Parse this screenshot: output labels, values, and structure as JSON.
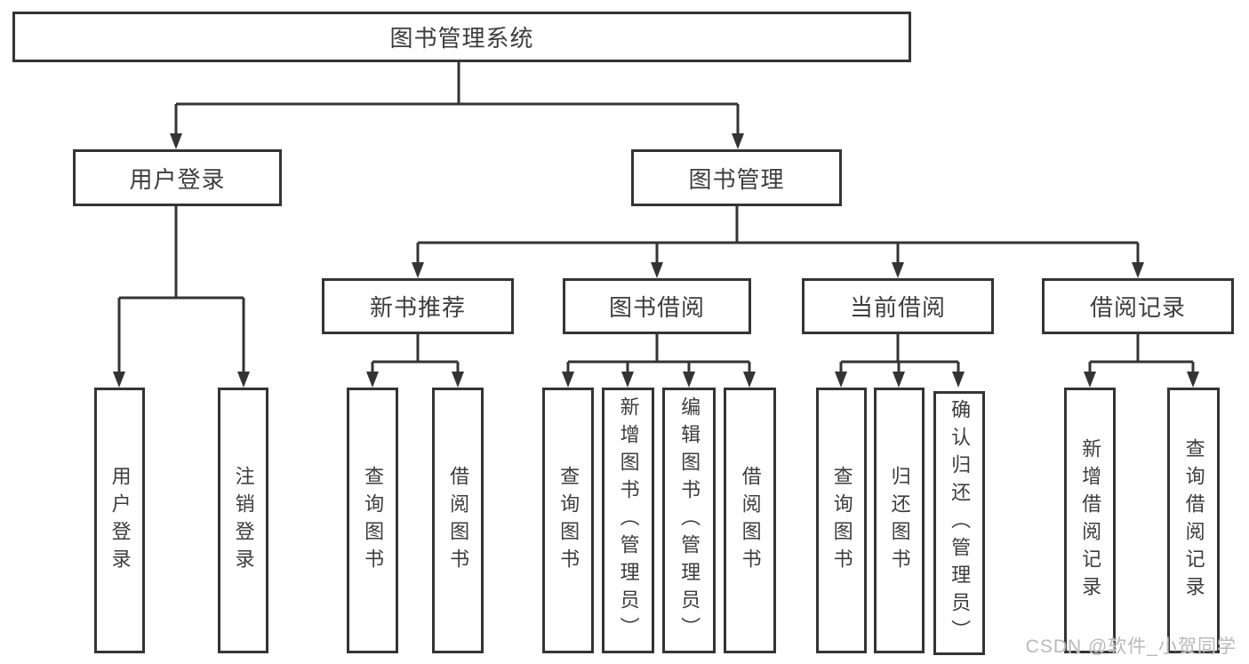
{
  "diagram": {
    "root": "图书管理系统",
    "level2": [
      "用户登录",
      "图书管理"
    ],
    "level3": [
      "新书推荐",
      "图书借阅",
      "当前借阅",
      "借阅记录"
    ],
    "leaves": {
      "login": [
        "用户登录",
        "注销登录"
      ],
      "recommend": [
        "查询图书",
        "借阅图书"
      ],
      "borrow": [
        "查询图书",
        "新增图书（管理员）",
        "编辑图书（管理员）",
        "借阅图书"
      ],
      "current": [
        "查询图书",
        "归还图书",
        "确认归还（管理员）"
      ],
      "records": [
        "新增借阅记录",
        "查询借阅记录"
      ]
    }
  },
  "colors": {
    "line": "#343434",
    "text": "#3d3d3d",
    "background": "#ffffff",
    "watermark": "#b9b9b9"
  },
  "watermark": {
    "text": "CSDN @软件_小贺同学"
  }
}
